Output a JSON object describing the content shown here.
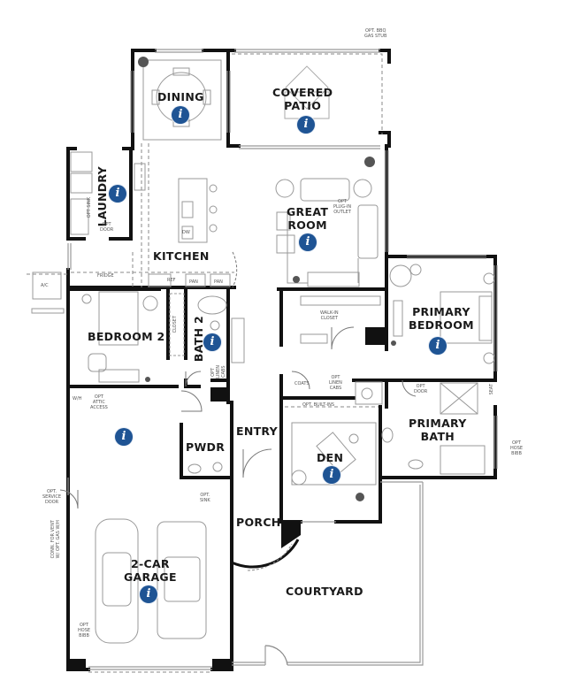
{
  "floorplan": {
    "accent_color": "#1f5494",
    "wall_color": "#111111",
    "rooms": [
      {
        "id": "dining",
        "label": "DINING"
      },
      {
        "id": "covered-patio",
        "label": "COVERED\nPATIO"
      },
      {
        "id": "laundry",
        "label": "LAUNDRY"
      },
      {
        "id": "kitchen",
        "label": "KITCHEN"
      },
      {
        "id": "great-room",
        "label": "GREAT\nROOM"
      },
      {
        "id": "primary-bedroom",
        "label": "PRIMARY\nBEDROOM"
      },
      {
        "id": "bedroom-2",
        "label": "BEDROOM 2"
      },
      {
        "id": "bath-2",
        "label": "BATH 2"
      },
      {
        "id": "entry",
        "label": "ENTRY"
      },
      {
        "id": "pwdr",
        "label": "PWDR"
      },
      {
        "id": "den",
        "label": "DEN"
      },
      {
        "id": "primary-bath",
        "label": "PRIMARY\nBATH"
      },
      {
        "id": "porch",
        "label": "PORCH"
      },
      {
        "id": "garage",
        "label": "2-CAR\nGARAGE"
      },
      {
        "id": "courtyard",
        "label": "COURTYARD"
      }
    ],
    "info_icon_glyph": "i",
    "notes": {
      "bbq": "OPT. BBQ\nGAS STUB",
      "fridge": "FRIDGE",
      "ac": "A/C",
      "opt_sink": "OPT SINK",
      "opt_door_laundry": "OPT\nDOOR",
      "ref": "REF",
      "pan1": "PAN",
      "pan2": "PAN",
      "dw": "DW",
      "opt_plug_outlet": "OPT\nPLUG-IN\nOUTLET",
      "walk_in_closet": "WALK-IN\nCLOSET",
      "closet": "CLOSET",
      "opt_linen_cabs_bath2": "OPT\nLINEN\nCABS",
      "coats": "COATS",
      "opt_linen_cabs": "OPT\nLINEN\nCABS",
      "opt_built_ins": "OPT. BUILT-INS",
      "opt_door_bath": "OPT\nDOOR",
      "seat": "SEAT",
      "opt_hose_bibb_bath": "OPT\nHOSE\nBIBB",
      "opt_attic_access": "OPT\nATTIC\nACCESS",
      "wh": "W/H",
      "opt_service_door": "OPT.\nSERVICE\nDOOR",
      "opt_sink_garage": "OPT.\nSINK",
      "conn_for_vent": "CONN. FOR VENT\nW/ OPT. GAS W/H",
      "opt_hose_bibb_garage": "OPT\nHOSE\nBIBB"
    }
  }
}
